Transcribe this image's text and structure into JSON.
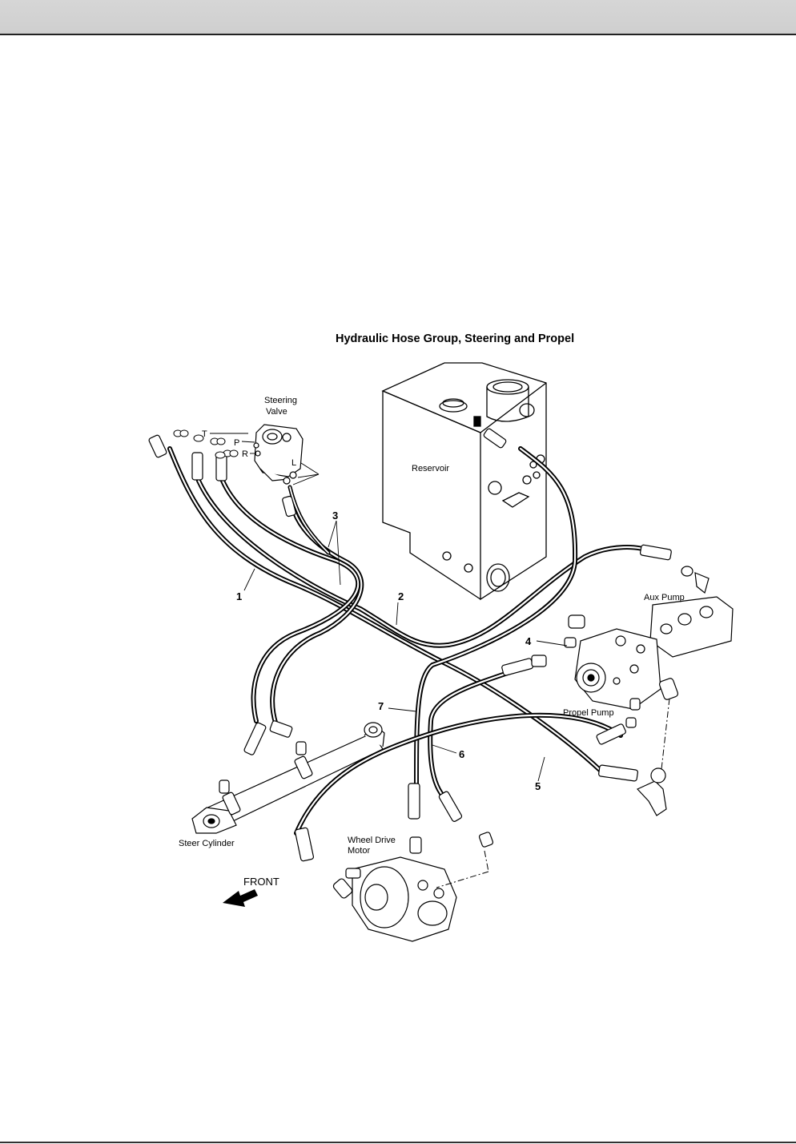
{
  "diagram": {
    "title": "Hydraulic Hose Group, Steering and Propel",
    "components": {
      "steering_valve": [
        "Steering",
        "Valve"
      ],
      "reservoir": "Reservoir",
      "aux_pump": "Aux Pump",
      "propel_pump": "Propel Pump",
      "steer_cylinder": "Steer Cylinder",
      "wheel_drive_motor": [
        "Wheel Drive",
        "Motor"
      ],
      "front": "FRONT"
    },
    "ports": {
      "t": "T",
      "p": "P",
      "r": "R",
      "l": "L"
    },
    "callouts": {
      "c1": "1",
      "c2": "2",
      "c3": "3",
      "c4": "4",
      "c5": "5",
      "c6": "6",
      "c7": "7"
    }
  }
}
